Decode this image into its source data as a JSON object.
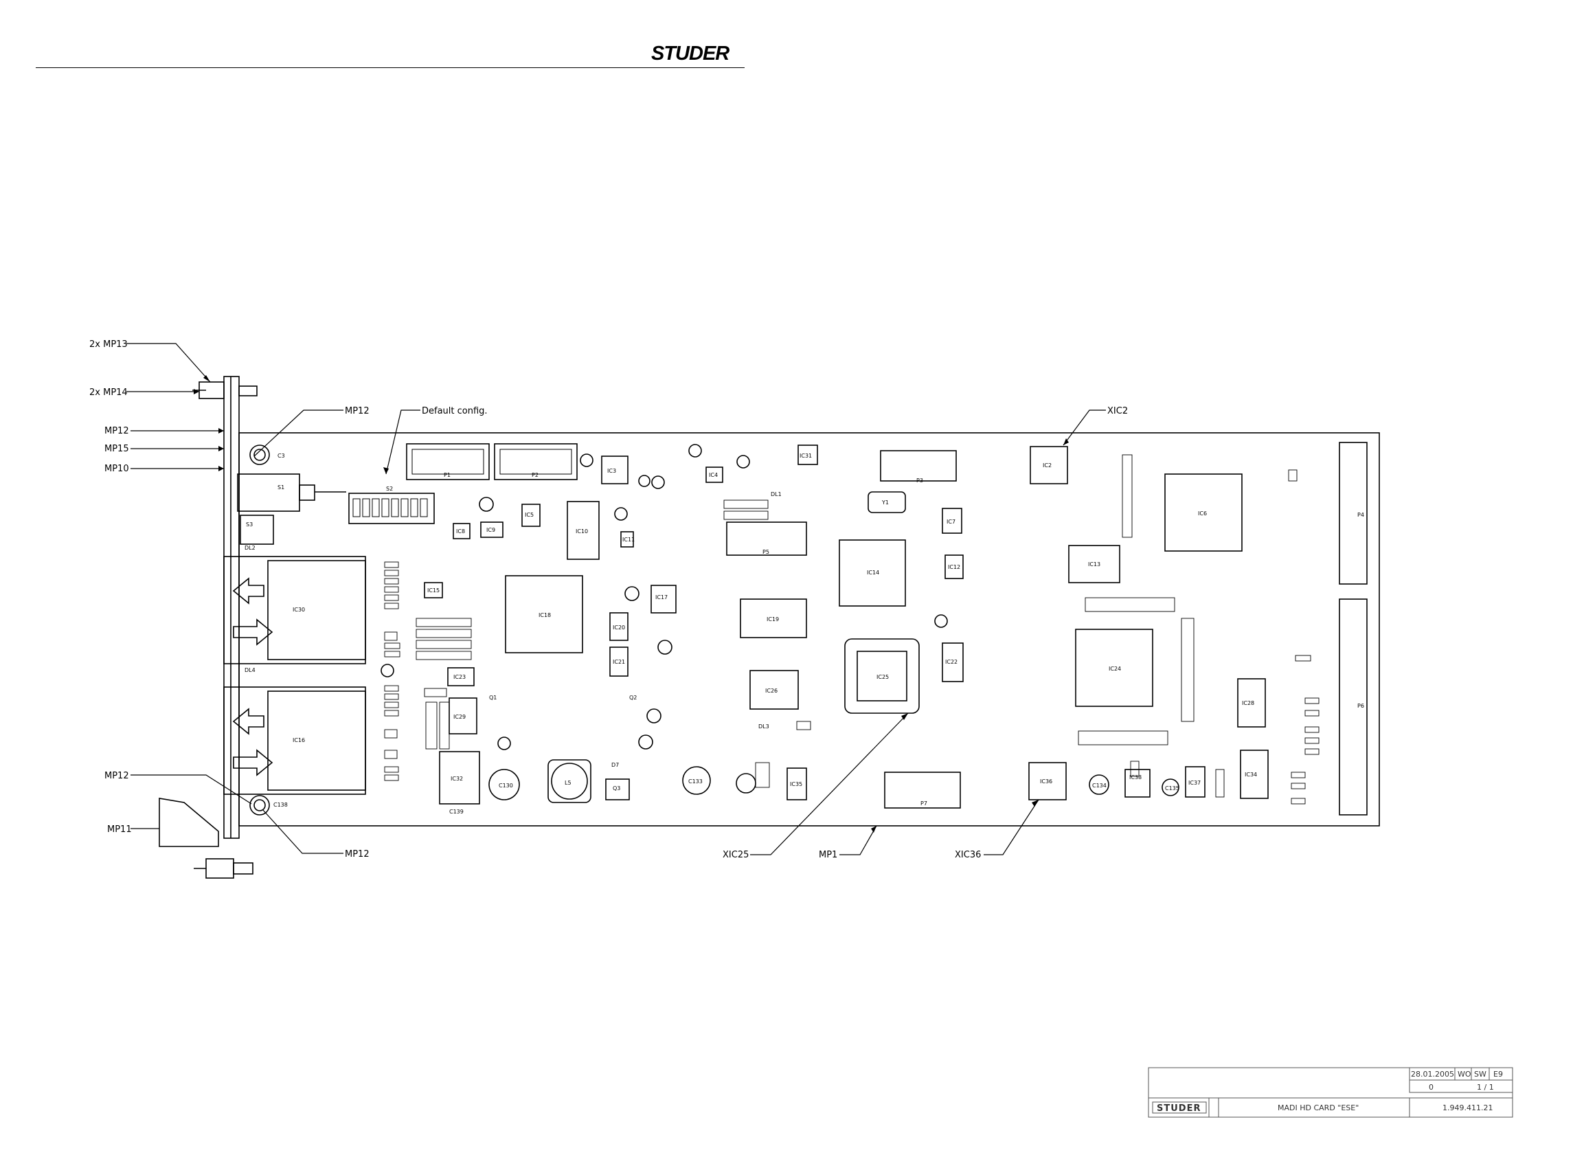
{
  "header": {
    "brand": "STUDER"
  },
  "callouts": {
    "mp13": "2x MP13",
    "mp14": "2x MP14",
    "mp12_top": "MP12",
    "mp15": "MP15",
    "mp10": "MP10",
    "mp12_right": "MP12",
    "default_config": "Default config.",
    "xic2": "XIC2",
    "mp12_left_bottom": "MP12",
    "mp11": "MP11",
    "mp12_bottom": "MP12",
    "xic25": "XIC25",
    "mp1": "MP1",
    "xic36": "XIC36"
  },
  "connectors": {
    "p1": "P1",
    "p2": "P2",
    "p3": "P3",
    "p4": "P4",
    "p5": "P5",
    "p6": "P6",
    "p7": "P7",
    "s1": "S1",
    "s2": "S2",
    "s3": "S3"
  },
  "chips": {
    "ic2": "IC2",
    "ic3": "IC3",
    "ic4": "IC4",
    "ic5": "IC5",
    "ic6": "IC6",
    "ic7": "IC7",
    "ic8": "IC8",
    "ic9": "IC9",
    "ic10": "IC10",
    "ic11": "IC11",
    "ic12": "IC12",
    "ic13": "IC13",
    "ic14": "IC14",
    "ic15": "IC15",
    "ic16": "IC16",
    "ic17": "IC17",
    "ic18": "IC18",
    "ic19": "IC19",
    "ic20": "IC20",
    "ic21": "IC21",
    "ic22": "IC22",
    "ic23": "IC23",
    "ic24": "IC24",
    "ic25": "IC25",
    "ic26": "IC26",
    "ic28": "IC28",
    "ic29": "IC29",
    "ic30": "IC30",
    "ic31": "IC31",
    "ic32": "IC32",
    "ic34": "IC34",
    "ic35": "IC35",
    "ic36": "IC36",
    "ic37": "IC37",
    "ic38": "IC38",
    "q1": "Q1",
    "q2": "Q2",
    "q3": "Q3",
    "l5": "L5",
    "y1": "Y1",
    "dl1": "DL1",
    "dl2": "DL2",
    "dl3": "DL3",
    "dl4": "DL4",
    "d7": "D7",
    "c130": "C130",
    "c133": "C133",
    "c134": "C134",
    "c135": "C135",
    "c138": "C138",
    "c139": "C139",
    "c3": "C3"
  },
  "title_block": {
    "date": "28.01.2005",
    "drawn": "WO",
    "checked": "SW",
    "rev_code": "E9",
    "index": "0",
    "sheet_label": "1 / 1",
    "sheet_of": "1",
    "brand": "STUDER",
    "title": "MADI HD CARD \"ESE\"",
    "number": "1.949.411.21"
  }
}
